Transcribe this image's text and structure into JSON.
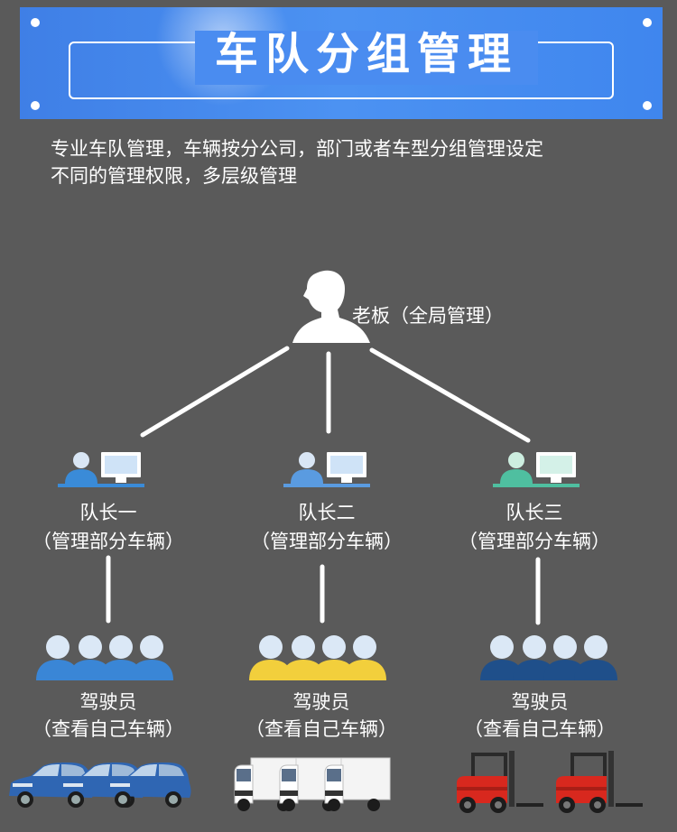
{
  "header": {
    "title": "车队分组管理"
  },
  "intro": {
    "line1": "专业车队管理，车辆按分公司，部门或者车型分组管理设定",
    "line2": "不同的管理权限，多层级管理"
  },
  "boss": {
    "label": "老板（全局管理）",
    "icon": "person-silhouette-icon"
  },
  "captains": [
    {
      "name": "队长一",
      "role": "（管理部分车辆）",
      "accent": "#3a8bd8",
      "icon": "user-computer-icon"
    },
    {
      "name": "队长二",
      "role": "（管理部分车辆）",
      "accent": "#5a9be0",
      "icon": "user-computer-icon"
    },
    {
      "name": "队长三",
      "role": "（管理部分车辆）",
      "accent": "#4fbfa0",
      "icon": "user-computer-icon"
    }
  ],
  "drivers": [
    {
      "name": "驾驶员",
      "role": "（查看自己车辆）",
      "color": "#3a86d6",
      "vehicle": "car-icon"
    },
    {
      "name": "驾驶员",
      "role": "（查看自己车辆）",
      "color": "#f2cf3c",
      "vehicle": "truck-icon"
    },
    {
      "name": "驾驶员",
      "role": "（查看自己车辆）",
      "color": "#1f4f8a",
      "vehicle": "forklift-icon"
    }
  ],
  "colors": {
    "banner": "#4a8cf0",
    "background": "#5a5a5a",
    "lines": "#ffffff"
  }
}
